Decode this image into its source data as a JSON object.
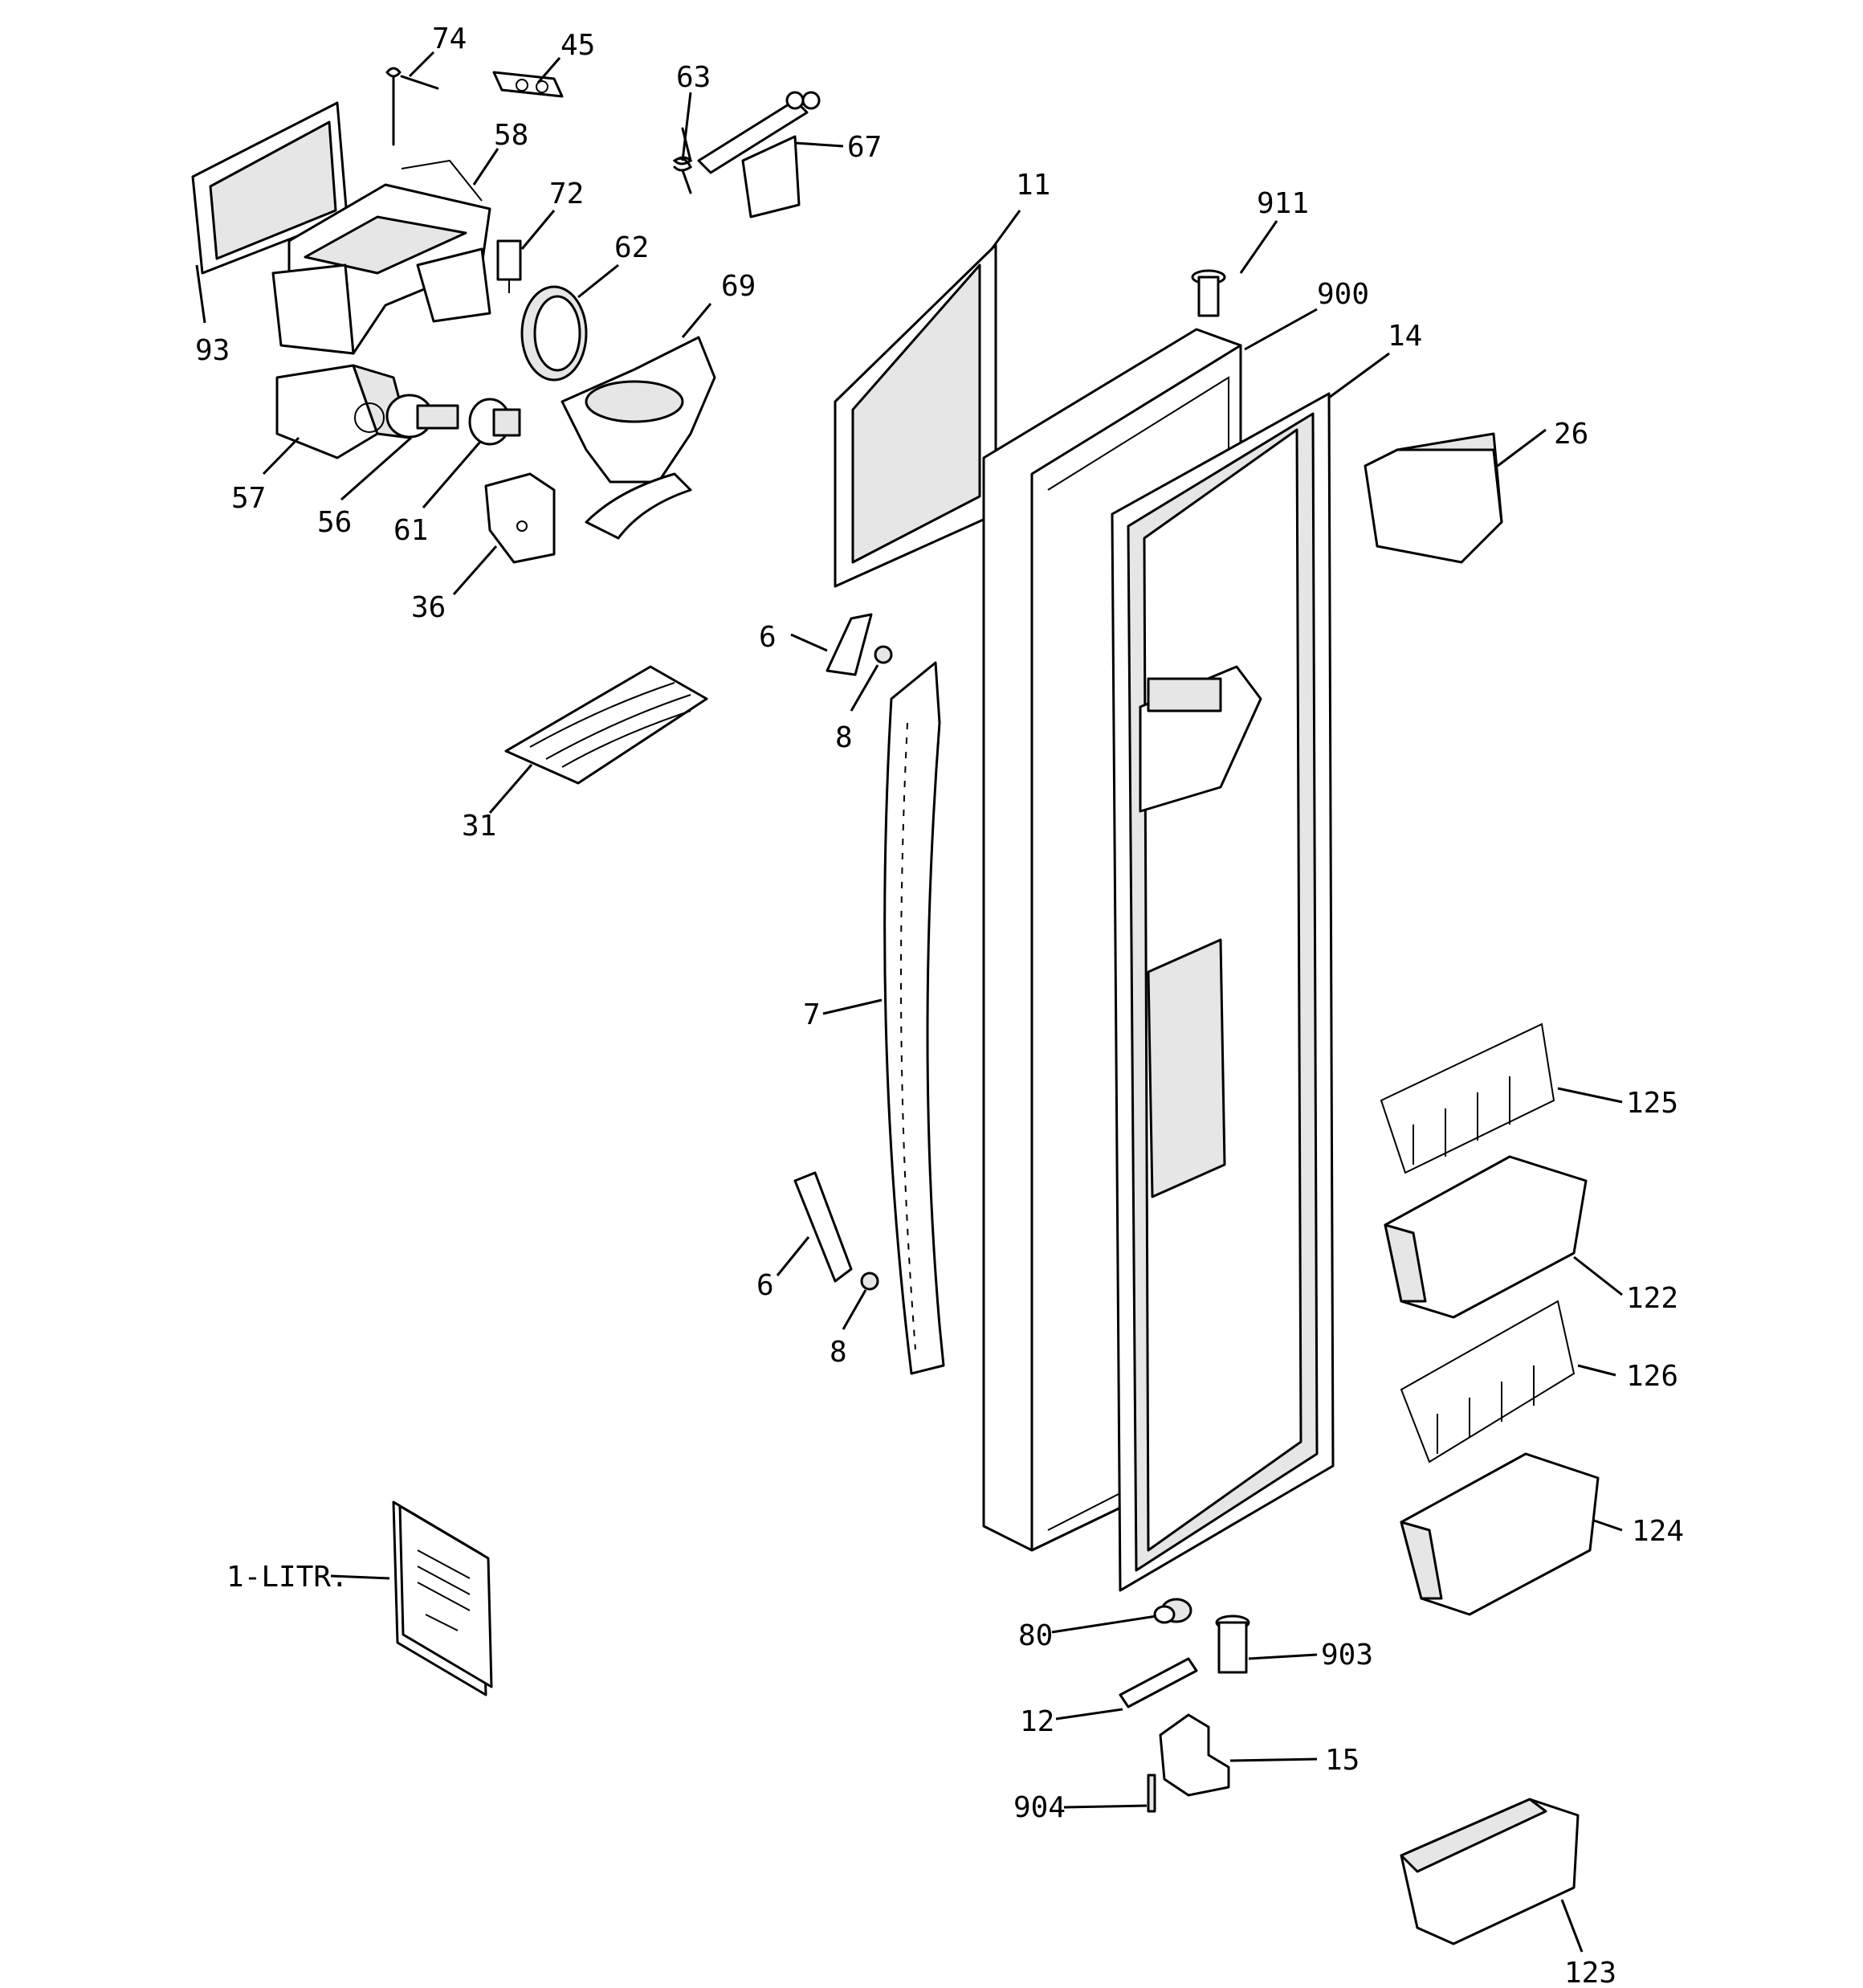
{
  "callouts": [
    {
      "id": "74",
      "label": "74"
    },
    {
      "id": "45",
      "label": "45"
    },
    {
      "id": "63",
      "label": "63"
    },
    {
      "id": "67",
      "label": "67"
    },
    {
      "id": "58",
      "label": "58"
    },
    {
      "id": "72",
      "label": "72"
    },
    {
      "id": "11",
      "label": "11"
    },
    {
      "id": "911",
      "label": "911"
    },
    {
      "id": "62",
      "label": "62"
    },
    {
      "id": "69",
      "label": "69"
    },
    {
      "id": "900",
      "label": "900"
    },
    {
      "id": "14",
      "label": "14"
    },
    {
      "id": "93",
      "label": "93"
    },
    {
      "id": "26",
      "label": "26"
    },
    {
      "id": "57",
      "label": "57"
    },
    {
      "id": "56",
      "label": "56"
    },
    {
      "id": "61",
      "label": "61"
    },
    {
      "id": "36",
      "label": "36"
    },
    {
      "id": "6a",
      "label": "6"
    },
    {
      "id": "8a",
      "label": "8"
    },
    {
      "id": "31",
      "label": "31"
    },
    {
      "id": "7",
      "label": "7"
    },
    {
      "id": "125",
      "label": "125"
    },
    {
      "id": "122",
      "label": "122"
    },
    {
      "id": "6b",
      "label": "6"
    },
    {
      "id": "8b",
      "label": "8"
    },
    {
      "id": "126",
      "label": "126"
    },
    {
      "id": "124",
      "label": "124"
    },
    {
      "id": "1-litr",
      "label": "1-LITR."
    },
    {
      "id": "80",
      "label": "80"
    },
    {
      "id": "903",
      "label": "903"
    },
    {
      "id": "12",
      "label": "12"
    },
    {
      "id": "15",
      "label": "15"
    },
    {
      "id": "904",
      "label": "904"
    },
    {
      "id": "123",
      "label": "123"
    }
  ]
}
